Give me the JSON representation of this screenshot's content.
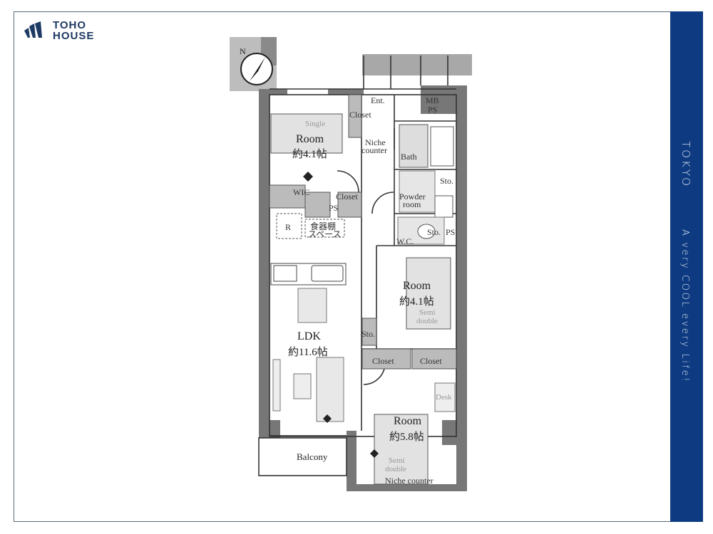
{
  "brand": {
    "line1": "TOHO",
    "line2": "HOUSE"
  },
  "side_band": {
    "city": "TOKYO",
    "tagline": "A very COOL every Life!",
    "color": "#0d3a80"
  },
  "compass": {
    "label": "N"
  },
  "floor_plan": {
    "rooms": {
      "room_north": {
        "name": "Room",
        "size": "約4.1帖",
        "bed": "Single"
      },
      "room_middle": {
        "name": "Room",
        "size": "約4.1帖",
        "bed_line1": "Semi",
        "bed_line2": "double"
      },
      "room_south": {
        "name": "Room",
        "size": "約5.8帖",
        "bed_line1": "Semi",
        "bed_line2": "double"
      },
      "ldk": {
        "name": "LDK",
        "size": "約11.6帖"
      }
    },
    "labels": {
      "entrance": "Ent.",
      "closet_entrance": "Closet",
      "mb_ps_line1": "MB",
      "mb_ps_line2": "PS",
      "niche_counter_top_line1": "Niche",
      "niche_counter_top_line2": "counter",
      "bath": "Bath",
      "sto_bath": "Sto.",
      "powder_room_line1": "Powder",
      "powder_room_line2": "room",
      "wic": "WIC",
      "closet_hall": "Closet",
      "ps_hall": "PS",
      "refrigerator": "R",
      "cupboard_line1": "食器棚",
      "cupboard_line2": "スペース",
      "wc": "W.C.",
      "sto_wc": "Sto.",
      "ps_wc": "PS",
      "sto_ldk": "Sto.",
      "closet_left": "Closet",
      "closet_right": "Closet",
      "desk": "Desk",
      "balcony": "Balcony",
      "niche_counter_bottom": "Niche counter"
    }
  }
}
